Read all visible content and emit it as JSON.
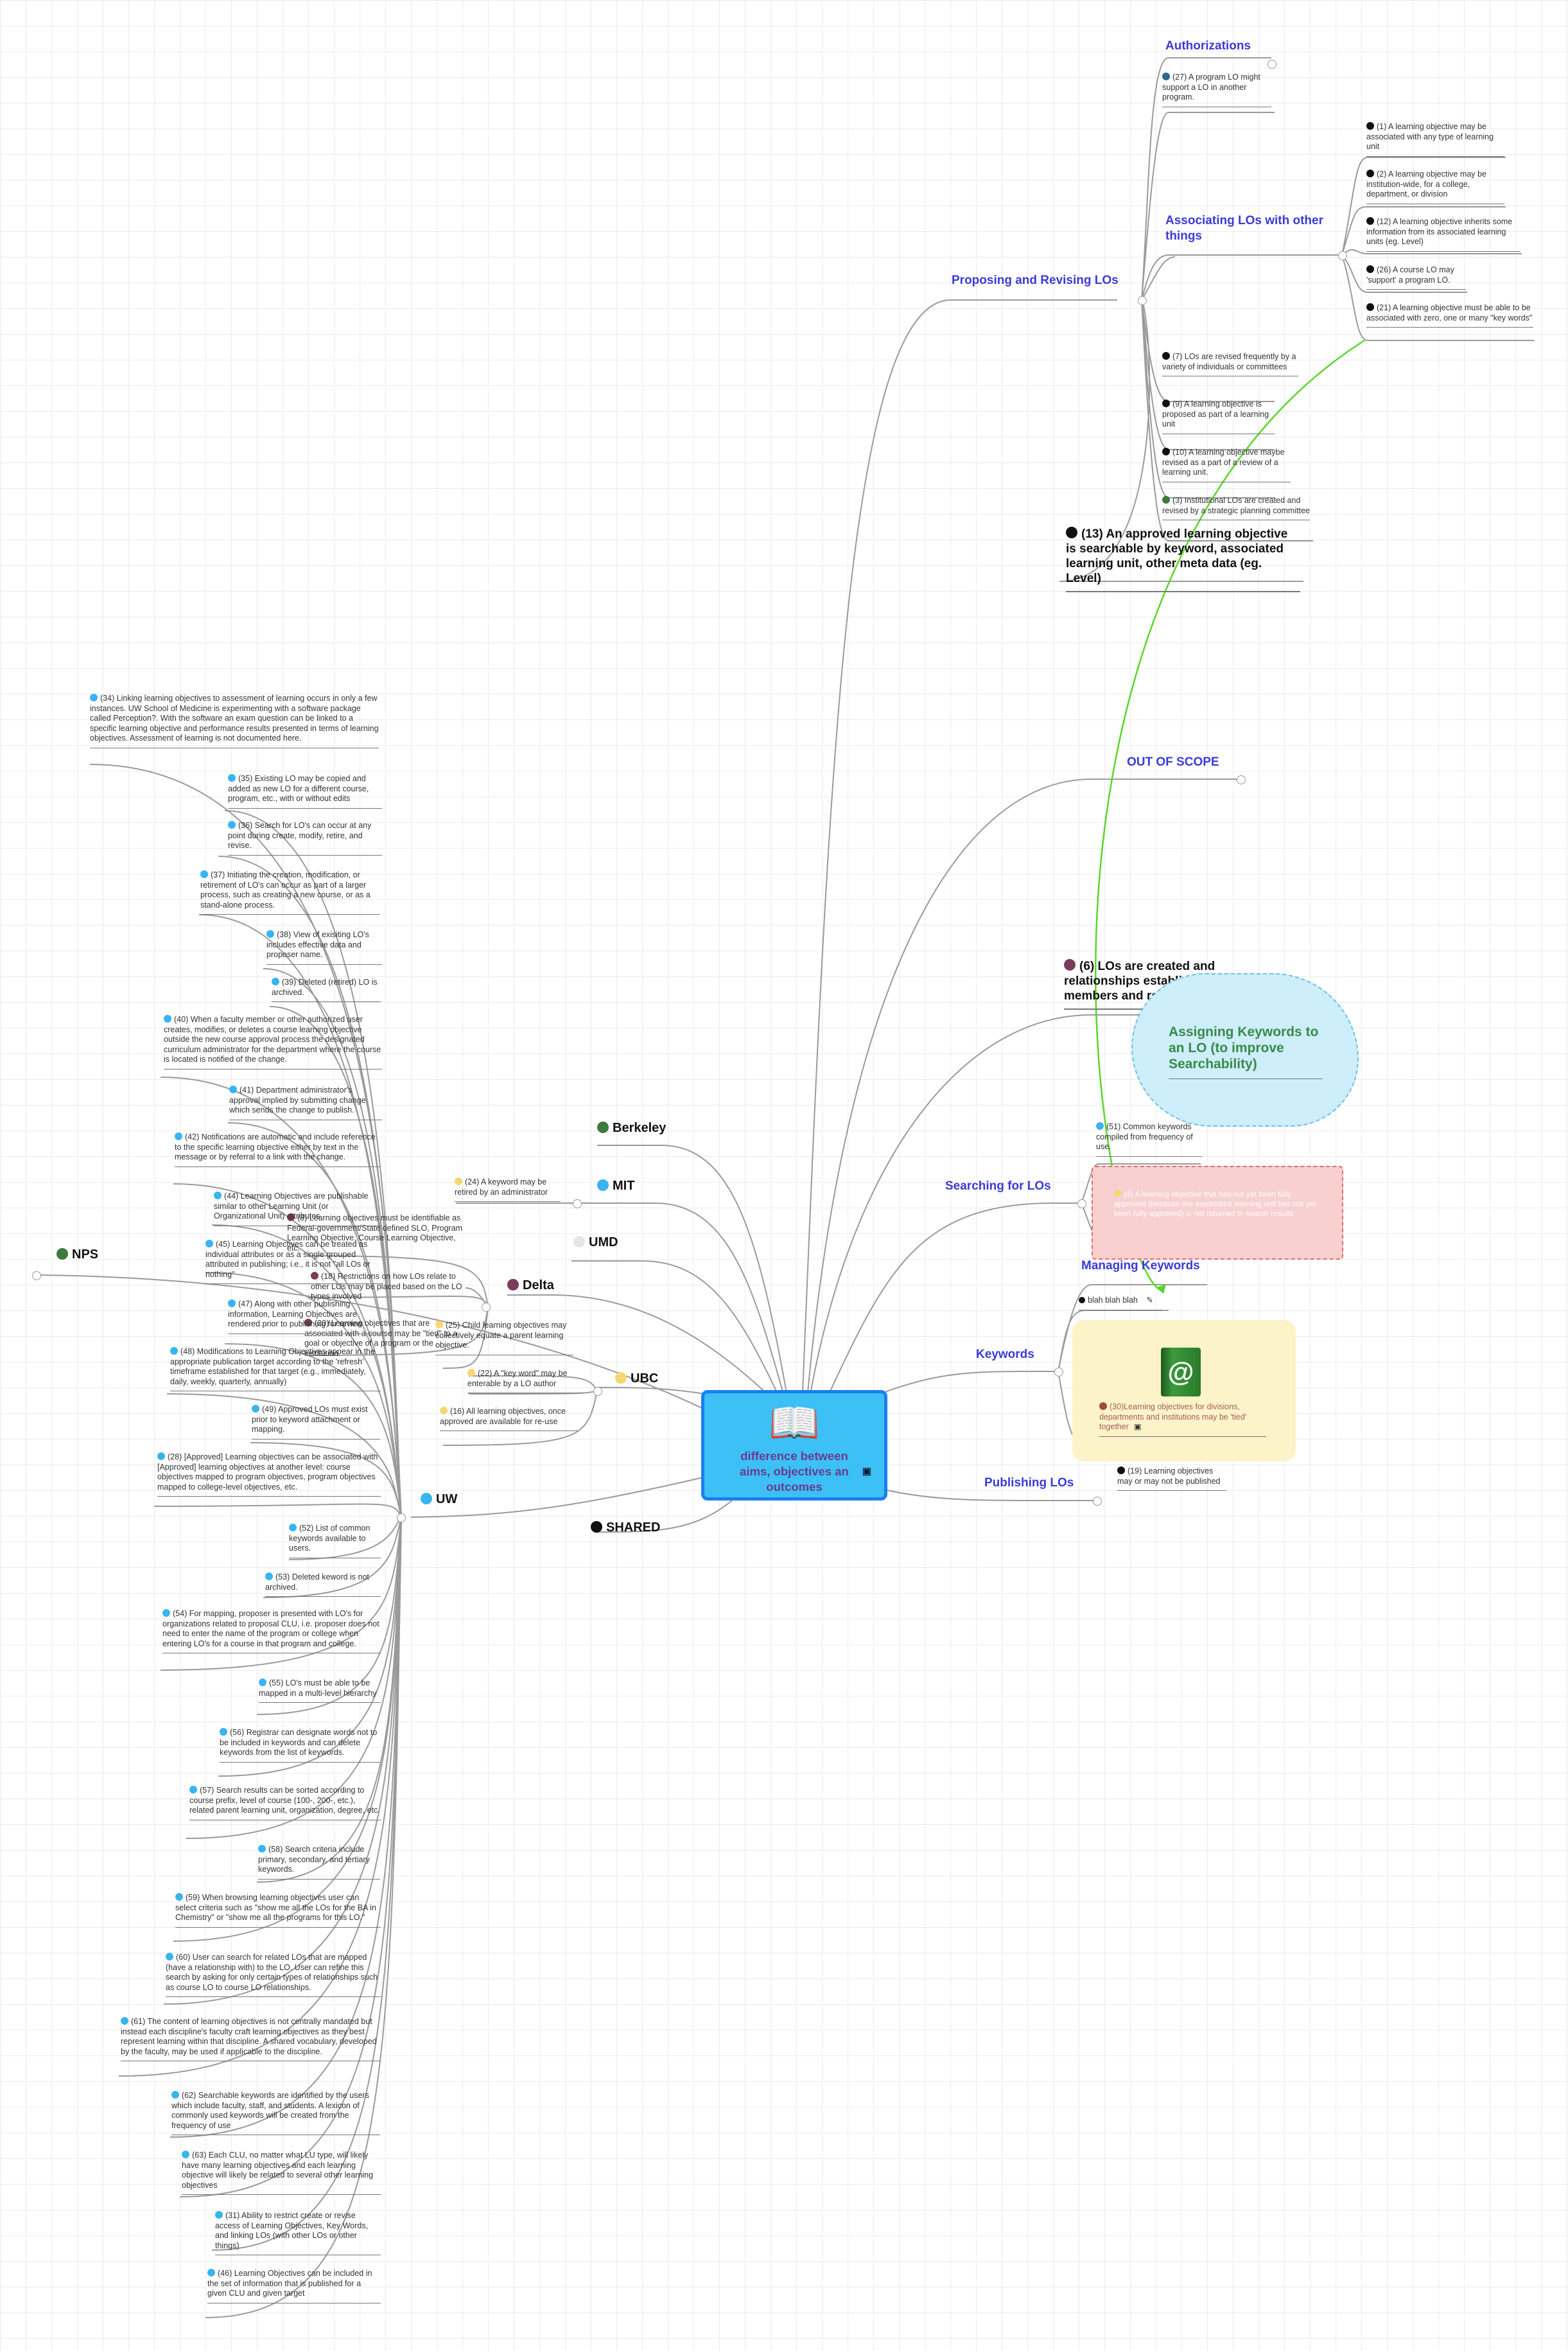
{
  "central_topic": {
    "title": "difference between aims, objectives an outcomes",
    "icon": "open-book-icon",
    "image_icon": "image-icon"
  },
  "right_topics": {
    "proposing": "Proposing and Revising LOs",
    "authorizations": "Authorizations",
    "associating": "Associating LOs with other things",
    "out_of_scope": "OUT OF SCOPE",
    "cloud": "Assigning Keywords to an LO (to improve Searchability)",
    "searching": "Searching for LOs",
    "managing": "Managing Keywords",
    "keywords": "Keywords",
    "publishing": "Publishing LOs"
  },
  "right_notes": {
    "n27": "(27) A program LO might support a LO in another program.",
    "n1": "(1) A learning objective may be associated with any type of learning unit",
    "n2": "(2) A learning objective may be institution-wide, for a college, department, or division",
    "n12": "(12) A learning objective inherits some information from its associated learning units (eg. Level)",
    "n26": "(26) A course LO may 'support' a program LO.",
    "n21": "(21) A learning objective must be able to be associated with zero, one or many \"key words\"",
    "n7": "(7) LOs are revised frequently by a variety of individuals or committees",
    "n9": "(9) A learning objective is proposed as part of a learning unit",
    "n10": "(10) A learning objective maybe revised as a part of a review of a learning unit.",
    "n3": "(3) Institutional LOs are created and revised by a strategic planning committee",
    "n13": "(13) An approved learning objective is searchable by keyword, associated learning unit, other meta data (eg. Level)",
    "n6": "(6) LOs are created and relationships established by faculty members and review committees",
    "n51": "(51) Common keywords compiled from frequency of use.",
    "pink": "(4) A learning objective that has not yet been fully approved (because the associated learning unit has not yet been fully approved) is not returned in search results",
    "blah": "blah blah blah",
    "n30": "(30)Learning objectives for divisions, departments and institutions may be 'tied' together",
    "n19": "(19) Learning objectives may or may not be published"
  },
  "people": {
    "berkeley": "Berkeley",
    "mit": "MIT",
    "umd": "UMD",
    "delta": "Delta",
    "ubc": "UBC",
    "uw": "UW",
    "shared": "SHARED",
    "nps": "NPS"
  },
  "mid_notes": {
    "n24": "(24) A keyword may be retired by an administrator",
    "n8": "(8) Learning objectives must be identifiable as Federal-government/State defined SLO, Program Learning Objective, Course Learning Objective, etc.",
    "n18": "(18) Restrictions on how LOs relate to other LOs may be placed based on the LO types involved",
    "n20": "(20) Learning objectives that are associated with a course may be \"tied\" to a goal or objective of a program or the institution",
    "n25": "(25) Child learning objectives may collectively equate a parent learning objective.",
    "n22": "(22) A \"key word\" may be enterable by a LO author",
    "n16": "(16) All learning objectives, once approved are available for re-use"
  },
  "uw_notes": [
    "(34) Linking learning objectives to assessment of learning occurs in only a few instances. UW School of Medicine is experimenting with a software package called Perception?. With the software an exam question can be linked to a specific learning objective and performance results presented in terms of learning objectives. Assessment of learning is not documented here.",
    "(35) Existing LO may be copied and added as new LO for a different course, program, etc., with or without edits",
    "(36) Search for LO's can occur at any point during create, modify, retire, and revise.",
    "(37) Initiating the creation, modification, or retirement of LO's can occur as part of a larger process, such as creating a new course, or as a stand-alone process.",
    "(38) View of exisiting LO's includes effective data and proposer name.",
    "(39) Deleted (retired) LO is archived.",
    "(40) When a faculty member or other authorized user creates, modifies, or deletes a course learning objective outside the new course approval process the designated curriculum administrator for the department where the course is located is notified of the change.",
    "(41) Department administrator's approval implied by submitting change which sends the change to publish.",
    "(42) Notifications are automatic and include reference to the specific learning objective either by text in the message or by referral to a link with the change.",
    "(44) Learning Objectives are publishable similar to other Learning Unit (or Organizational Unit) attributes",
    "(45) Learning Objectives can be treated as individual attributes or as a single grouped attributed in publishing; i.e., it is not \"all LOs or nothing\"",
    "(47) Along with other publishing information, Learning Objectives are rendered prior to publishing for review",
    "(48) Modifications to Learning Objectives appear in the appropriate publication target according to the 'refresh' timeframe established for that target (e.g., immediately, daily, weekly, quarterly, annually)",
    "(49) Approved LOs must exist prior to keyword attachment or mapping.",
    "(28) [Approved] Learning objectives can be associated with [Approved] learning objectives at another level: course objectives mapped to program objectives, program objectives mapped to college-level objectives, etc.",
    "(52) List of common keywords available to users.",
    "(53) Deleted keword is not archived.",
    "(54) For mapping, proposer is presented with LO's for organizations related to proposal CLU, i.e. proposer does not need to enter the name of the program or college when entering LO's for a course in that program and college.",
    "(55) LO's must be able to be mapped in a multi-level hierarchy",
    "(56) Registrar can designate words not to be included in keywords and can delete keywords from the list of keywords.",
    "(57) Search results can be sorted according to course prefix, level of course (100-, 200-, etc.), related parent learning unit, organization, degree, etc.",
    "(58) Search criteria include primary, secondary, and tertiary keywords.",
    "(59) When browsing learning objectives user can select criteria such as \"show me all the LOs for the BA in Chemistry\" or \"show me all the programs for this LO.\"",
    "(60) User can search for related LOs that are mapped (have a relationship with) to the LO. User can refine this search by asking for only certain types of relationships such as course LO to course LO relationships.",
    "(61) The content of learning objectives is not centrally mandated but instead each discipline's faculty craft learning objectives as they best represent learning within that discipline. A shared vocabulary, developed by the faculty, may be used if applicable to the discipline.",
    "(62) Searchable keywords are identified by the users which include faculty, staff, and students. A lexicon of commonly used keywords will be created from the frequency of use",
    "(63) Each CLU, no matter what LU type, will likely have many learning objectives and each learning objective will likely be related to several other learning objectives",
    "(31) Ability to restrict create or revise access of Learning Objectives, Key Words, and linking LOs (with other LOs or other things)",
    "(46) Learning Objectives can be included in the set of information that is published for a given CLU and given target"
  ],
  "colors": {
    "topic_blue": "#3a3ad8",
    "uw_blue": "#3ab4f0",
    "center_fill": "#3cc0f5",
    "center_border": "#1a7ff0",
    "berkeley_green": "#3d7a3d",
    "delta_maroon": "#7a3c5a",
    "ubc_yellow": "#f7d774",
    "link_green": "#5ad62a"
  }
}
